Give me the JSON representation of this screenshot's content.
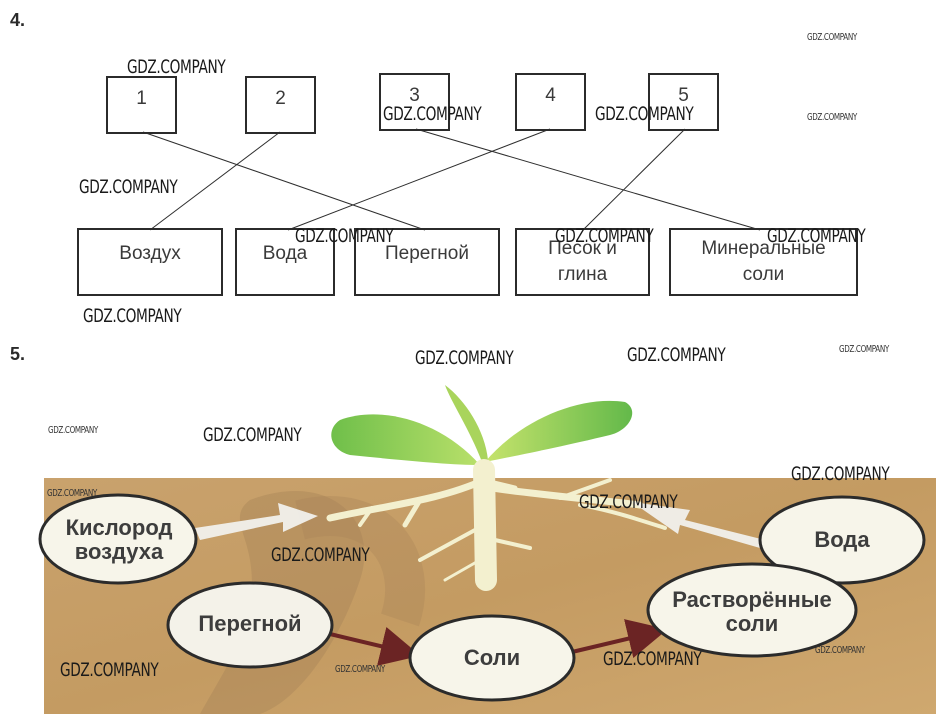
{
  "task4": {
    "number": "4.",
    "top_boxes": [
      "1",
      "2",
      "3",
      "4",
      "5"
    ],
    "bottom_boxes": [
      "Воздух",
      "Вода",
      "Перегной",
      "Песок и глина",
      "Минеральные соли"
    ],
    "connections": [
      {
        "from": "1",
        "to": "Перегной"
      },
      {
        "from": "2",
        "to": "Воздух"
      },
      {
        "from": "3",
        "to": "Минеральные соли"
      },
      {
        "from": "4",
        "to": "Вода"
      },
      {
        "from": "5",
        "to": "Песок и глина"
      }
    ]
  },
  "task5": {
    "number": "5.",
    "ellipses": {
      "oxygen": "Кислород воздуха",
      "oxygen_line1": "Кислород",
      "oxygen_line2": "воздуха",
      "humus": "Перегной",
      "salts": "Соли",
      "dissolved_line1": "Растворённые",
      "dissolved_line2": "соли",
      "water": "Вода"
    },
    "flows": [
      {
        "from": "Кислород воздуха",
        "to": "roots",
        "kind": "white-arrow"
      },
      {
        "from": "Вода",
        "to": "roots",
        "kind": "white-arrow"
      },
      {
        "from": "Перегной",
        "to": "Соли",
        "kind": "dark-arrow"
      },
      {
        "from": "Соли",
        "to": "Растворённые соли",
        "kind": "dark-arrow"
      }
    ],
    "colors": {
      "soil": "#c9a068",
      "leaf": "#7cc54a",
      "root": "#f3f0cf",
      "ellipse_fill": "#f7f5ea",
      "dark_arrow": "#6b2424"
    }
  },
  "watermark": "GDZ.COMPANY"
}
